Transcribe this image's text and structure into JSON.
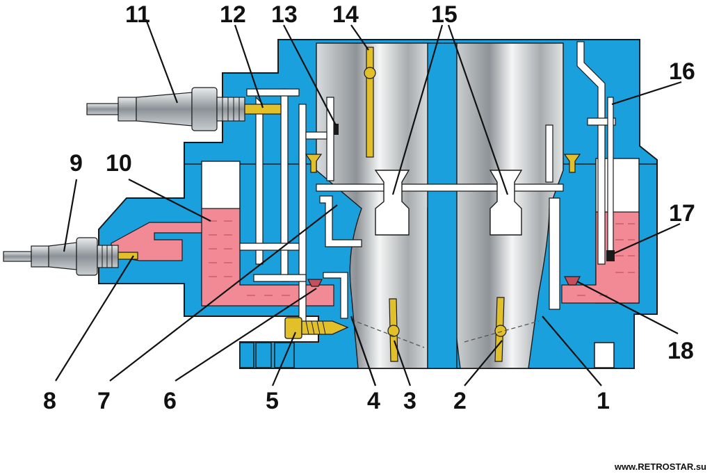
{
  "diagram": {
    "labels": {
      "l1": "1",
      "l2": "2",
      "l3": "3",
      "l4": "4",
      "l5": "5",
      "l6": "6",
      "l7": "7",
      "l8": "8",
      "l9": "9",
      "l10": "10",
      "l11": "11",
      "l12": "12",
      "l13": "13",
      "l14": "14",
      "l15": "15",
      "l16": "16",
      "l17": "17",
      "l18": "18"
    },
    "watermark": "www.RETROSTAR.su"
  },
  "colors": {
    "body": "#1aa0dc",
    "fuel": "#f28a96",
    "chamber": "#cfd3d6",
    "brass": "#c9a227",
    "outline": "#1a1a1a"
  }
}
